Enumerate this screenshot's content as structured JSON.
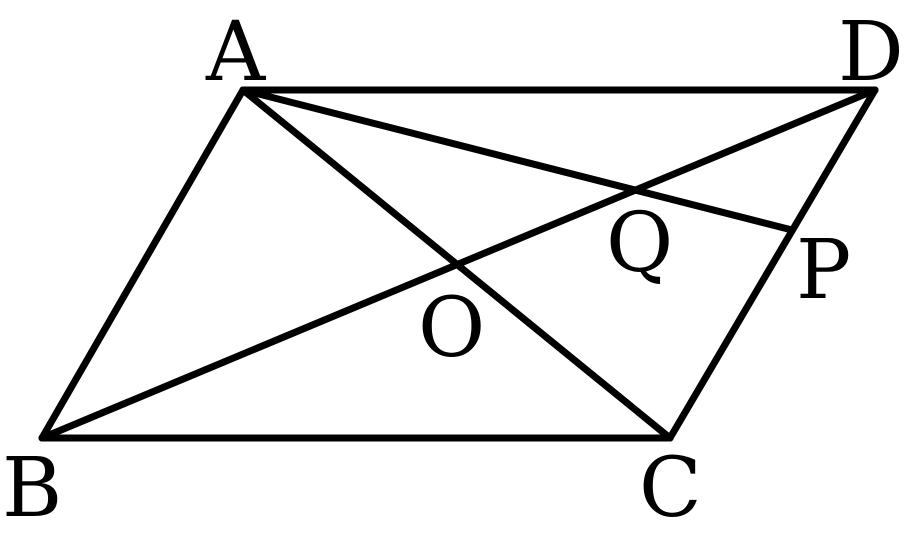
{
  "figure": {
    "points": {
      "A": "A",
      "B": "B",
      "C": "C",
      "D": "D",
      "O": "O",
      "P": "P",
      "Q": "Q"
    },
    "segments": [
      "AD",
      "AB",
      "BC",
      "CD",
      "AC",
      "BD",
      "AP"
    ]
  }
}
